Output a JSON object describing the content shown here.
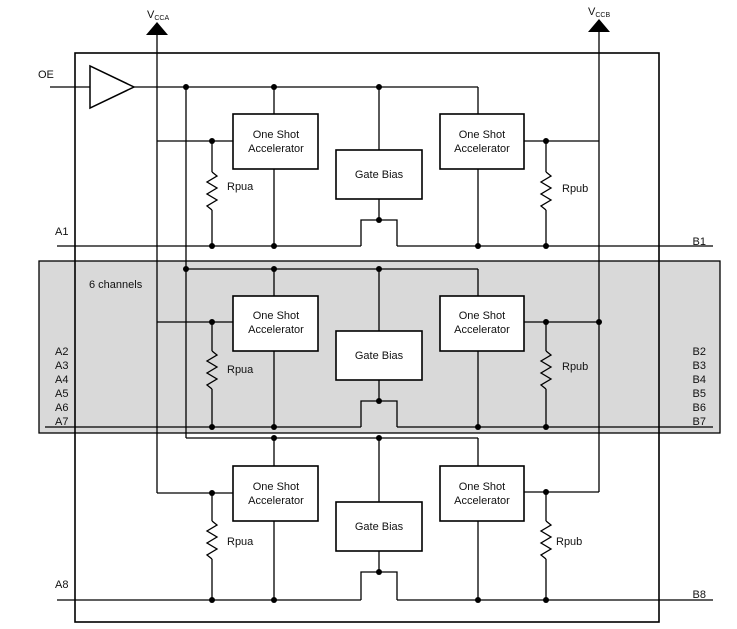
{
  "supply": {
    "vcca_main": "V",
    "vcca_sub": "CCA",
    "vccb_main": "V",
    "vccb_sub": "CCB"
  },
  "oe_label": "OE",
  "group_label": "6 channels",
  "blocks": {
    "osa_line1": "One Shot",
    "osa_line2": "Accelerator",
    "gate_bias": "Gate Bias",
    "rpua": "Rpua",
    "rpub": "Rpub"
  },
  "pins_a": [
    "A1",
    "A2",
    "A3",
    "A4",
    "A5",
    "A6",
    "A7",
    "A8"
  ],
  "pins_b": [
    "B1",
    "B2",
    "B3",
    "B4",
    "B5",
    "B6",
    "B7",
    "B8"
  ],
  "colors": {
    "group_shade": "#d9d9d9",
    "ink": "#000000"
  }
}
